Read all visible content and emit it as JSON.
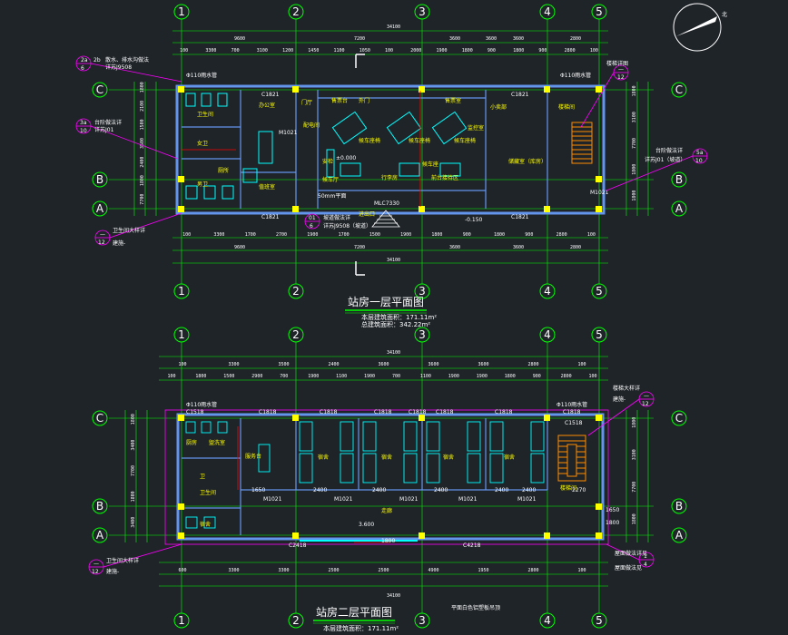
{
  "drawing": {
    "north_label": "北",
    "axis_labels": [
      "1",
      "2",
      "3",
      "4",
      "5"
    ],
    "row_labels": [
      "C",
      "B",
      "A"
    ],
    "colors": {
      "background": "#1f2429",
      "dimension": "#00ff00",
      "wall": "#6495ed",
      "text": "#ffffff",
      "room_text": "#ffff00",
      "callout": "#ff00ff",
      "accent": "#00ffff",
      "grid": "#00ff00"
    }
  },
  "plan1": {
    "title": "站房一层平面图",
    "area_line1": "本层建筑面积：171.11m²",
    "area_line2": "总建筑面积：342.22m²",
    "top_total": "34100",
    "top_segments": [
      "9600",
      "7200",
      "3600",
      "3600",
      "3600",
      "2800"
    ],
    "top_sub": [
      "100",
      "3300",
      "700",
      "3100",
      "1200",
      "1450",
      "1100",
      "1050",
      "100",
      "2000",
      "1900",
      "1800",
      "900",
      "1800",
      "900",
      "2800",
      "100"
    ],
    "left_dims": [
      "1800",
      "2100",
      "1500",
      "3500",
      "2400",
      "1800",
      "7700"
    ],
    "right_dims": [
      "1800",
      "3100",
      "7700",
      "1800",
      "1800"
    ],
    "bottom_total": "34100",
    "bottom_segments": [
      "9600",
      "7200",
      "3600",
      "3600",
      "2800"
    ],
    "bottom_sub": [
      "100",
      "3300",
      "1700",
      "2700",
      "1900",
      "1700",
      "1500",
      "1900",
      "1800",
      "900",
      "1800",
      "900",
      "2800",
      "100"
    ],
    "rooms": [
      "卫生间",
      "女卫",
      "男卫",
      "办公室",
      "值班室",
      "配电间",
      "候车厅",
      "售票台",
      "厕所",
      "安检",
      "售票室",
      "监控室",
      "外门",
      "行李房",
      "进出口",
      "前台接待区",
      "小卖部",
      "候车座",
      "楼梯间",
      "储藏室（库房）",
      "门厅"
    ],
    "seats": [
      "候车座椅",
      "候车座椅",
      "候车座椅"
    ],
    "labels": [
      "C1821",
      "C1821",
      "C1821",
      "C1821",
      "M1021",
      "M1021",
      "MLC7330",
      "±0.000",
      "-0.150",
      "50mm平面"
    ],
    "callouts": {
      "pipe": "Φ110雨水管",
      "pipe2": "Φ110雨水管",
      "roof": "楼梯详图",
      "left1": "散水、排水沟做法",
      "left1b": "详苏J9508",
      "left2": "台阶做法详",
      "left2b": "详苏J01",
      "right": "台阶做法详",
      "rightb": "详苏J01（坡道）",
      "bottom": "卫生间大样详",
      "bottomb": "建施-",
      "ramp": "坡道做法详",
      "rampb": "详苏J9508（坡道）"
    },
    "callout_codes": {
      "left1a": "2a",
      "left1b": "2b",
      "left1c": "6",
      "left2a": "3a",
      "left2b": "10",
      "righta": "5a",
      "rightb": "10",
      "bottoma": "—",
      "bottomb": "12",
      "topa": "—",
      "topb": "12",
      "rampa": "01",
      "rampb": "6"
    }
  },
  "plan2": {
    "title": "站房二层平面图",
    "area_line1": "本层建筑面积：171.11m²",
    "top_total": "34100",
    "top_segments": [
      "100",
      "3300",
      "3500",
      "2400",
      "3600",
      "3600",
      "3600",
      "2800",
      "100"
    ],
    "top_sub": [
      "100",
      "1800",
      "1500",
      "2900",
      "700",
      "1900",
      "1100",
      "1900",
      "700",
      "1100",
      "1900",
      "1900",
      "1800",
      "900",
      "2800",
      "100"
    ],
    "left_dims": [
      "1800",
      "3400",
      "7700",
      "1800",
      "3400"
    ],
    "right_dims": [
      "1800",
      "3100",
      "7700",
      "1800"
    ],
    "bottom_total": "34100",
    "bottom_segments": [
      "600",
      "3300",
      "3300",
      "2500",
      "2500",
      "4900",
      "1950",
      "2800",
      "100"
    ],
    "rooms": [
      "厨房",
      "盥洗室",
      "卫",
      "卫生间",
      "服务台",
      "宿舍",
      "宿舍",
      "宿舍",
      "宿舍",
      "宿舍",
      "楼梯间",
      "走廊"
    ],
    "labels": [
      "C1518",
      "C1818",
      "C1818",
      "C1818",
      "C1818",
      "C1818",
      "C1818",
      "C1518",
      "C1818",
      "C2418",
      "C4218",
      "M1021",
      "M1021",
      "M1021",
      "M1021",
      "M1021",
      "3.600",
      "Φ110雨水管",
      "Φ110雨水管",
      "1650",
      "2400",
      "2400",
      "2400",
      "2400",
      "2400",
      "2270",
      "1650",
      "1800",
      "1800"
    ],
    "callouts": {
      "left": "卫生间大样详",
      "leftb": "建施-",
      "right": "楼梯大样详",
      "rightb": "建施-",
      "roof": "屋面做法详见",
      "roofb": "屋面做法见",
      "note": "平面白色铝塑板吊顶"
    },
    "callout_codes": {
      "lefta": "—",
      "leftb": "12",
      "righta": "—",
      "rightb": "12",
      "roofa": "1",
      "roofb": "4"
    }
  }
}
